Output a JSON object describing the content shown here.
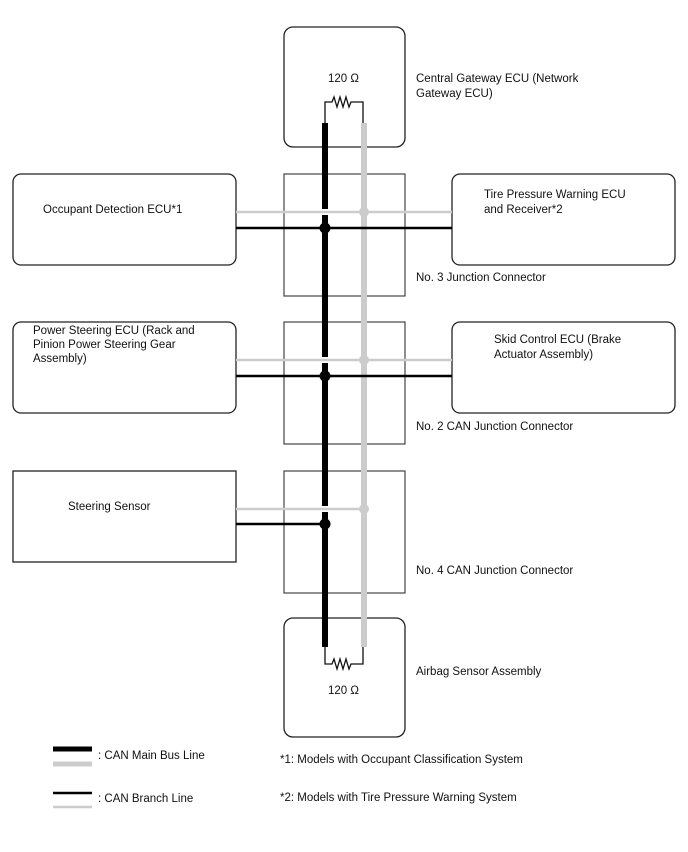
{
  "diagram": {
    "title": "CAN bus wiring diagram",
    "components": {
      "gateway": {
        "lines": [
          "Central Gateway ECU (Network",
          "Gateway ECU)"
        ],
        "resistor": "120 Ω"
      },
      "occupant": {
        "lines": [
          "Occupant Detection ECU*1"
        ]
      },
      "tire_pressure": {
        "lines": [
          "Tire Pressure Warning ECU",
          "and Receiver*2"
        ]
      },
      "power_steering": {
        "lines": [
          "Power Steering ECU (Rack and",
          "Pinion Power Steering Gear",
          "Assembly)"
        ]
      },
      "skid_control": {
        "lines": [
          "Skid Control ECU (Brake",
          "Actuator Assembly)"
        ]
      },
      "steering_sensor": {
        "lines": [
          "Steering Sensor"
        ]
      },
      "airbag": {
        "lines": [
          "Airbag Sensor Assembly"
        ],
        "resistor": "120 Ω"
      }
    },
    "junctions": {
      "j3": "No. 3 Junction Connector",
      "j2": "No. 2 CAN Junction Connector",
      "j4": "No. 4 CAN Junction Connector"
    },
    "legend": {
      "main_bus": ": CAN Main Bus Line",
      "branch": ": CAN Branch Line"
    },
    "notes": {
      "note1": "*1: Models with Occupant Classification System",
      "note2": "*2: Models with Tire Pressure Warning System"
    },
    "colors": {
      "can_high": "#000000",
      "can_low": "#cccccc"
    }
  }
}
